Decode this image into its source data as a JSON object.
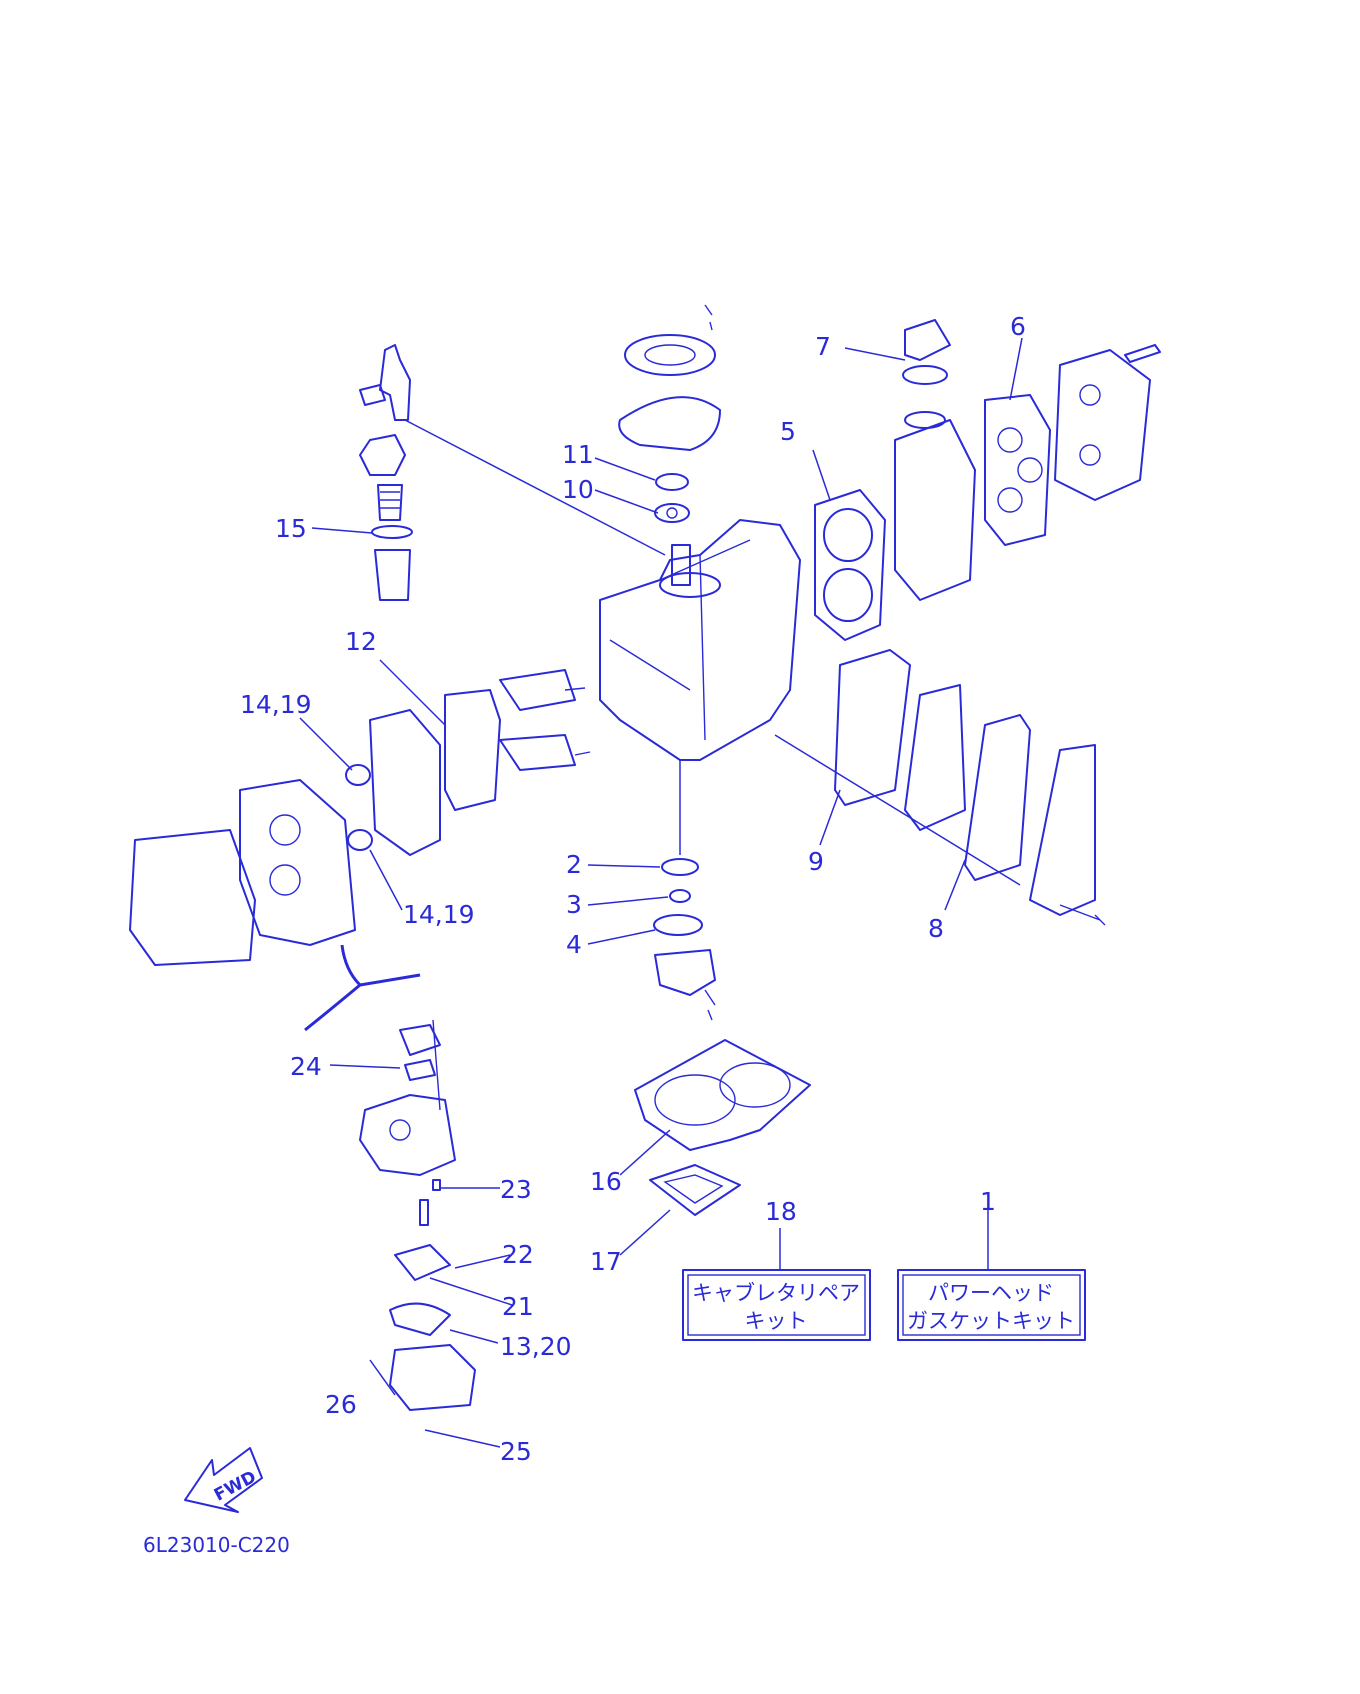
{
  "colors": {
    "ink": "#2a2ad8",
    "paper": "#ffffff"
  },
  "callouts": {
    "n1": "1",
    "n2": "2",
    "n3": "3",
    "n4": "4",
    "n5": "5",
    "n6": "6",
    "n7": "7",
    "n8": "8",
    "n9": "9",
    "n10": "10",
    "n11": "11",
    "n12": "12",
    "n13_20": "13,20",
    "n14_19_a": "14,19",
    "n14_19_b": "14,19",
    "n15": "15",
    "n16": "16",
    "n17": "17",
    "n18": "18",
    "n21": "21",
    "n22": "22",
    "n23": "23",
    "n24": "24",
    "n25": "25",
    "n26": "26"
  },
  "kits": {
    "carb_repair": {
      "line1": "キャブレタリペア",
      "line2": "キット"
    },
    "power_head_gasket": {
      "line1": "パワーヘッド",
      "line2": "ガスケットキット"
    }
  },
  "direction_arrow": "FWD",
  "drawing_code": "6L23010-C220"
}
